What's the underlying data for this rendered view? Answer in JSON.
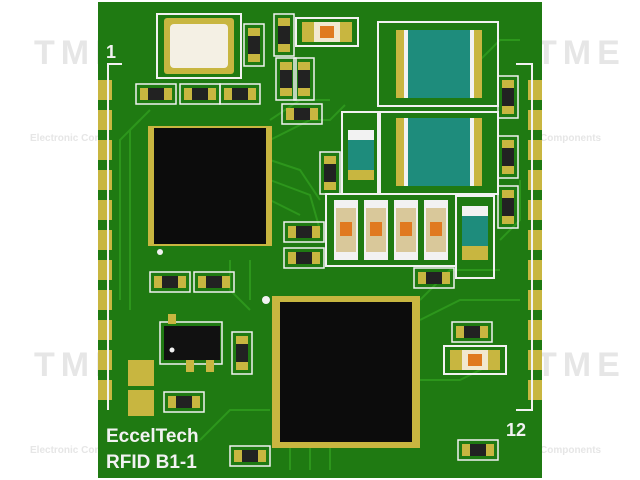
{
  "board": {
    "brand": "EccelTech",
    "model": "RFID B1-1",
    "pin_first": "1",
    "pin_last": "12"
  },
  "watermark": {
    "letters": "TME",
    "text_left": "Electronic Components",
    "text_right": "Components"
  },
  "colors": {
    "pcb": "#1f7a12",
    "trace": "#2f9a1e",
    "silk": "#f2f2f2",
    "pad": "#c8b640",
    "chip": "#0c0c0c",
    "cap_body": "#1e8c7c",
    "led_orange": "#e07a20"
  }
}
